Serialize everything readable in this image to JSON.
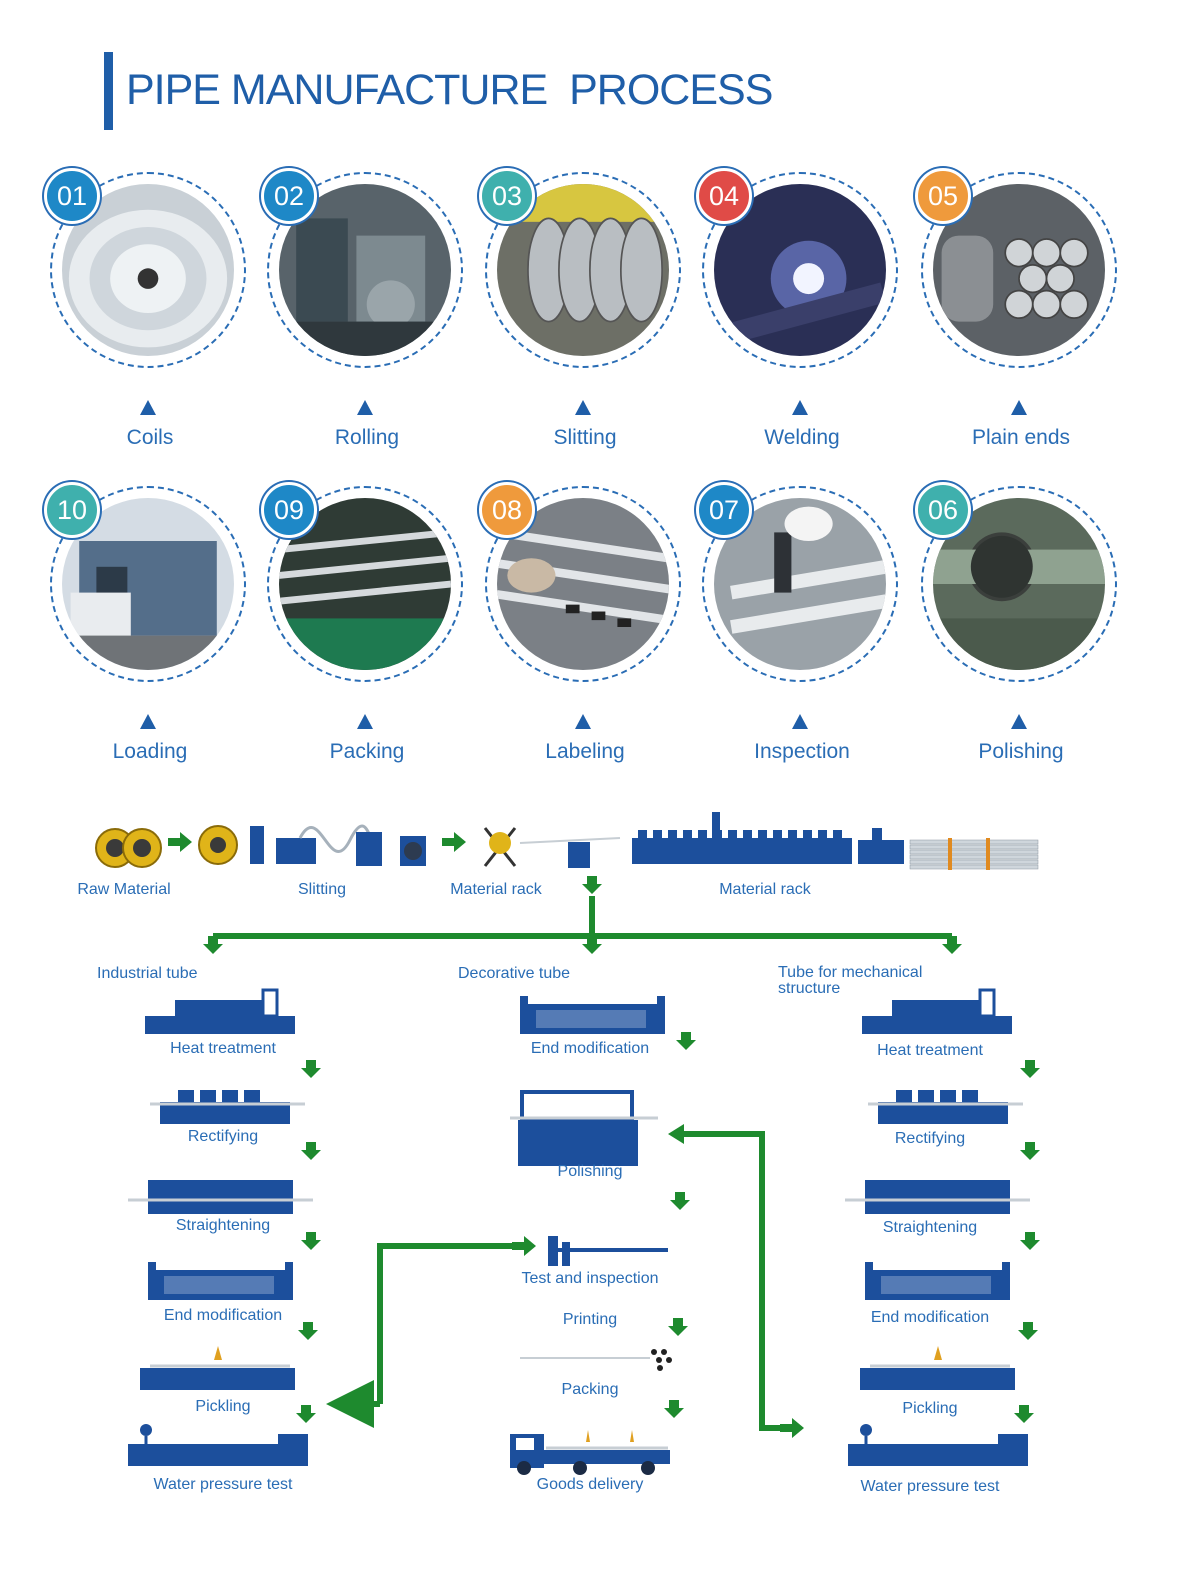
{
  "title": "PIPE MANUFACTURE  PROCESS",
  "colors": {
    "brand_blue": "#1f5ea8",
    "machine_blue": "#1c4f9c",
    "arrow_green": "#1e8a2e",
    "badge_blue": "#1e88c7",
    "badge_red": "#e04b47",
    "badge_orange": "#ef9a3c",
    "badge_teal": "#3fb0ad"
  },
  "steps": [
    {
      "num": "01",
      "label": "Coils",
      "badge_color": "#1e88c7",
      "photo": "coil-photo"
    },
    {
      "num": "02",
      "label": "Rolling",
      "badge_color": "#1e88c7",
      "photo": "rolling-mill-photo"
    },
    {
      "num": "03",
      "label": "Slitting",
      "badge_color": "#3fb0ad",
      "photo": "slitting-photo"
    },
    {
      "num": "04",
      "label": "Welding",
      "badge_color": "#e04b47",
      "photo": "welding-photo"
    },
    {
      "num": "05",
      "label": "Plain ends",
      "badge_color": "#ef9a3c",
      "photo": "pipe-ends-photo"
    },
    {
      "num": "10",
      "label": "Loading",
      "badge_color": "#3fb0ad",
      "photo": "warehouse-photo"
    },
    {
      "num": "09",
      "label": "Packing",
      "badge_color": "#1e88c7",
      "photo": "packing-photo"
    },
    {
      "num": "08",
      "label": "Labeling",
      "badge_color": "#ef9a3c",
      "photo": "labeling-photo"
    },
    {
      "num": "07",
      "label": "Inspection",
      "badge_color": "#1e88c7",
      "photo": "inspection-photo"
    },
    {
      "num": "06",
      "label": "Polishing",
      "badge_color": "#3fb0ad",
      "photo": "polishing-photo"
    }
  ],
  "flow": {
    "top_labels": {
      "raw_material": "Raw Material",
      "slitting": "Slitting",
      "material_rack_1": "Material rack",
      "material_rack_2": "Material rack"
    },
    "branches": [
      {
        "title": "Industrial tube",
        "steps": [
          "Heat treatment",
          "Rectifying",
          "Straightening",
          "End modification",
          "Pickling",
          "Water pressure test"
        ]
      },
      {
        "title": "Decorative tube",
        "steps": [
          "End modification",
          "Polishing",
          "Test and inspection",
          "Printing",
          "Packing",
          "Goods delivery"
        ]
      },
      {
        "title": "Tube for mechanical structure",
        "title_line1": "Tube for mechanical",
        "title_line2": "structure",
        "steps": [
          "Heat treatment",
          "Rectifying",
          "Straightening",
          "End modification",
          "Pickling",
          "Water pressure test"
        ]
      }
    ]
  }
}
